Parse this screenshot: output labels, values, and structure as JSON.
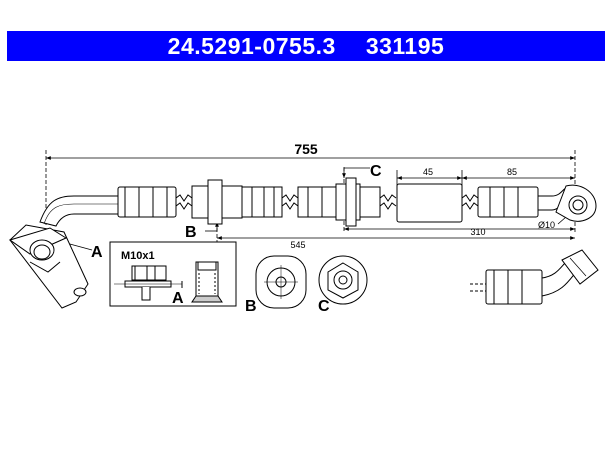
{
  "header": {
    "part_number": "24.5291-0755.3",
    "ref_number": "331195",
    "background": "#0000ff",
    "text_color": "#ffffff"
  },
  "dimensions": {
    "total": "755",
    "d45": "45",
    "d85": "85",
    "d545": "545",
    "d310": "310",
    "diameter": "Ø10"
  },
  "labels": {
    "a_main": "A",
    "a_detail": "A",
    "b_main": "B",
    "b_section": "B",
    "c_main": "C",
    "c_section": "C",
    "thread": "M10x1"
  }
}
